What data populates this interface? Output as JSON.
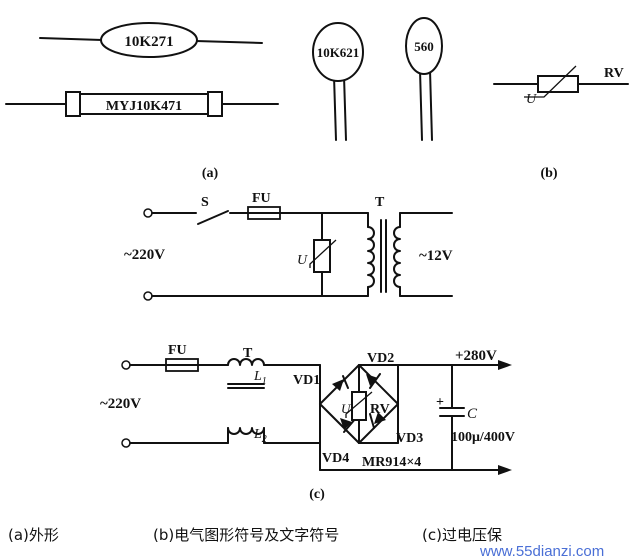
{
  "panel_a": {
    "resistor1_code": "10K271",
    "resistor2_code": "MYJ10K471",
    "disc1_code": "10K621",
    "disc2_code": "560",
    "label": "(a)"
  },
  "panel_b": {
    "symbol_ref": "RV",
    "symbol_u": "U",
    "label": "(b)"
  },
  "panel_c1": {
    "switch_label": "S",
    "fuse_label": "FU",
    "transformer_label": "T",
    "input_voltage": "~220V",
    "output_voltage": "~12V",
    "varistor_u": "U"
  },
  "panel_c2": {
    "fuse_label": "FU",
    "choke_label": "T",
    "l1_label": "L",
    "l1_sub": "1",
    "l2_label": "L",
    "l2_sub": "2",
    "input_voltage": "~220V",
    "vd1": "VD1",
    "vd2": "VD2",
    "vd3": "VD3",
    "vd4": "VD4",
    "rv_label": "RV",
    "rv_u": "U",
    "plus_voltage": "+280V",
    "cap_label": "C",
    "cap_value": "100μ/400V",
    "bridge_part": "MR914×4",
    "plus_sign": "+",
    "label": "(c)"
  },
  "captions": {
    "a": "(a)外形",
    "b": "(b)电气图形符号及文字符号",
    "c": "(c)过电压保"
  },
  "watermark": "www.55dianzi.com"
}
